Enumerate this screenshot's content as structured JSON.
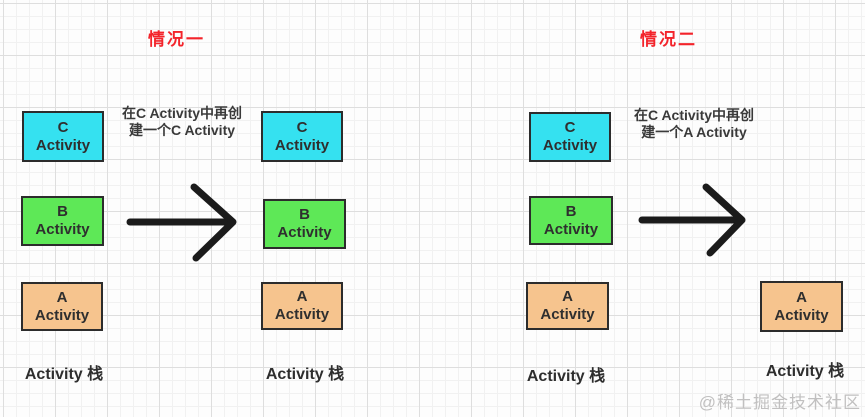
{
  "scenario1": {
    "title": "情况一",
    "annotation": {
      "line1": "在C Activity中再创",
      "line2": "建一个C Activity"
    },
    "before": {
      "boxes": [
        {
          "letter": "C",
          "word": "Activity"
        },
        {
          "letter": "B",
          "word": "Activity"
        },
        {
          "letter": "A",
          "word": "Activity"
        }
      ],
      "caption": "Activity 栈"
    },
    "after": {
      "boxes": [
        {
          "letter": "C",
          "word": "Activity"
        },
        {
          "letter": "B",
          "word": "Activity"
        },
        {
          "letter": "A",
          "word": "Activity"
        }
      ],
      "caption": "Activity 栈"
    }
  },
  "scenario2": {
    "title": "情况二",
    "annotation": {
      "line1": "在C Activity中再创",
      "line2": "建一个A Activity"
    },
    "before": {
      "boxes": [
        {
          "letter": "C",
          "word": "Activity"
        },
        {
          "letter": "B",
          "word": "Activity"
        },
        {
          "letter": "A",
          "word": "Activity"
        }
      ],
      "caption": "Activity 栈"
    },
    "after": {
      "boxes": [
        {
          "letter": "A",
          "word": "Activity"
        }
      ],
      "caption": "Activity 栈"
    }
  },
  "watermark": "@稀土掘金技术社区",
  "colors": {
    "activity_c": "#35e1f0",
    "activity_b": "#5ee857",
    "activity_a": "#f6c48e",
    "box_border": "#2c2c2c",
    "title_red": "#f3242b",
    "arrow": "#1b1b1b",
    "watermark_gray": "#c1c0c0"
  }
}
